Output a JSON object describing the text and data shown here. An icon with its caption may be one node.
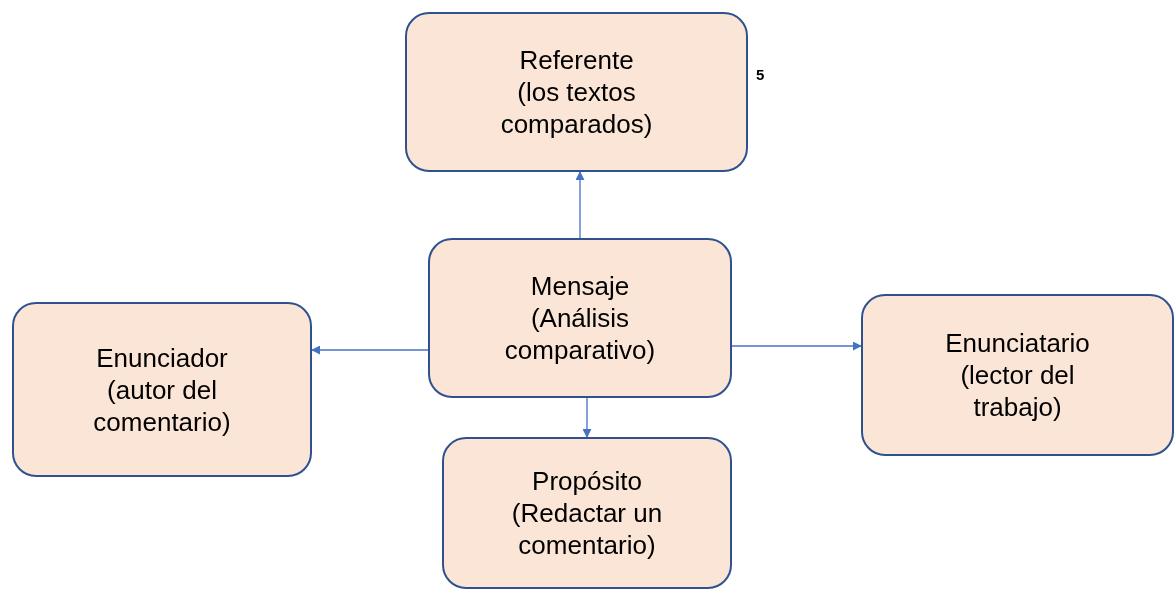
{
  "diagram": {
    "nodes": [
      {
        "text": [
          "Referente",
          "(los textos comparados)"
        ]
      },
      {
        "text": [
          "Mensaje",
          "(Análisis comparativo)"
        ]
      },
      {
        "text": [
          "Enunciador",
          "(autor del comentario)"
        ]
      },
      {
        "text": [
          "Enunciatario",
          "(lector del trabajo)"
        ]
      },
      {
        "text": [
          "Propósito",
          "(Redactar un comentario)"
        ]
      }
    ],
    "edges": [
      {
        "from": 1,
        "to": 0,
        "arrow": "to"
      },
      {
        "from": 1,
        "to": 2,
        "arrow": "to"
      },
      {
        "from": 1,
        "to": 3,
        "arrow": "to"
      },
      {
        "from": 1,
        "to": 4,
        "arrow": "to"
      }
    ],
    "labels": [
      "5"
    ]
  }
}
